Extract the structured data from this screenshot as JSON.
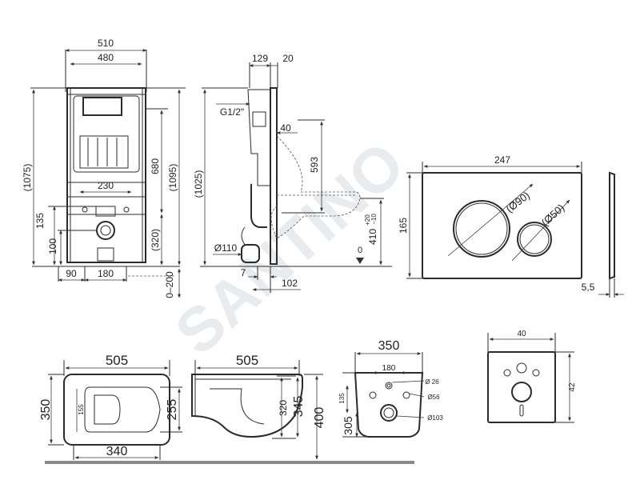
{
  "watermark": "SANTINO",
  "frame": {
    "width_outer": "510",
    "width_inner": "480",
    "height_total": "(1075)",
    "height_680": "680",
    "height_1095": "(1095)",
    "dim_230": "230",
    "dim_135": "135",
    "dim_100": "100",
    "dim_320": "(320)",
    "dim_90": "90",
    "dim_180": "180",
    "dim_0_200": "0–200"
  },
  "side": {
    "dim_129": "129",
    "dim_20": "20",
    "g_half": "G1/2\"",
    "dim_40": "40",
    "dim_593": "593",
    "dim_1025": "(1025)",
    "dim_410": "410",
    "dim_410_tol_top": "+20",
    "dim_410_tol_bot": "−10",
    "dim_110": "Ø110",
    "dim_7": "7",
    "dim_102": "102",
    "zero": "0"
  },
  "plate": {
    "width": "247",
    "height": "165",
    "large_button": "(Ø90)",
    "small_button": "(Ø50)",
    "thickness": "5,5"
  },
  "bowl_top": {
    "length": "505",
    "width": "350",
    "inner": "255",
    "depth": "340",
    "small": "155"
  },
  "bowl_side": {
    "length": "505",
    "h320": "320",
    "h345": "345",
    "h400": "400"
  },
  "bowl_rear": {
    "width": "350",
    "spacing": "180",
    "d26": "Ø 26",
    "d56": "Ø56",
    "d103": "Ø103",
    "h135": "135",
    "h305": "305"
  },
  "gasket": {
    "width": "40",
    "height": "42"
  }
}
